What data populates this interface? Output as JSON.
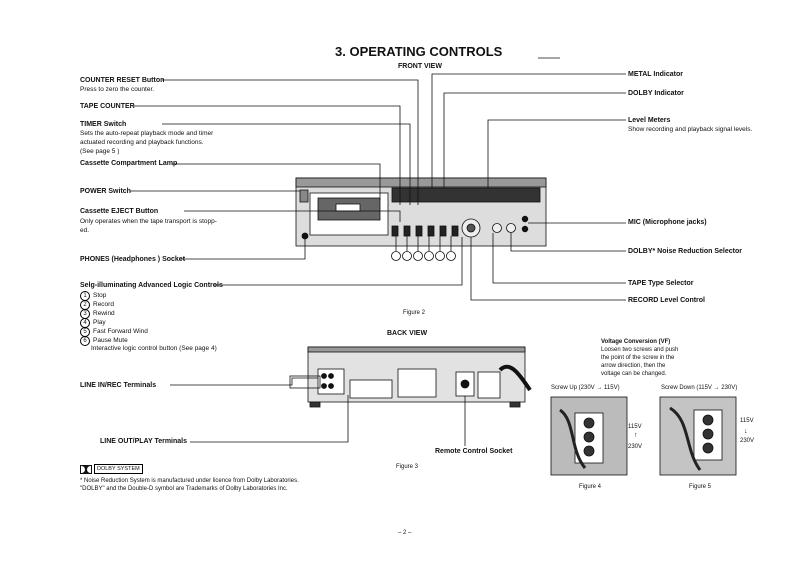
{
  "heading": "3. OPERATING CONTROLS",
  "front_view": {
    "title": "FRONT VIEW",
    "counter_reset": {
      "label": "COUNTER RESET Button",
      "desc": "Press to zero the counter."
    },
    "tape_counter": {
      "label": "TAPE COUNTER"
    },
    "timer": {
      "label": "TIMER Switch",
      "desc": [
        "Sets the auto-repeat playback mode and timer",
        "actuated recording and playback functions.",
        "(See page 5 )"
      ]
    },
    "cassette_lamp": {
      "label": "Cassette Compartment Lamp"
    },
    "power": {
      "label": "POWER Switch"
    },
    "eject": {
      "label": "Cassette EJECT Button",
      "desc": [
        "Only operates when the tape transport is stopp-",
        "ed."
      ]
    },
    "phones": {
      "label": "PHONES (Headphones ) Socket"
    },
    "logic": {
      "label": "Selg-illuminating Advanced Logic Controls",
      "items": [
        "Stop",
        "Record",
        "Rewind",
        "Play",
        "Fast Forward Wind",
        "Pause Mute"
      ],
      "markers": [
        "1",
        "2",
        "3",
        "4",
        "5",
        "6"
      ],
      "note": "Interactive logic control button (See page 4)"
    },
    "metal": {
      "label": "METAL Indicator"
    },
    "dolby_ind": {
      "label": "DOLBY Indicator"
    },
    "level_meters": {
      "label": "Level Meters",
      "desc": "Show recording and playback signal levels."
    },
    "mic": {
      "label": "MIC (Microphone jacks)"
    },
    "dolby_nr": {
      "label": "DOLBY* Noise Reduction Selector"
    },
    "tape_type": {
      "label": "TAPE Type Selector"
    },
    "record_level": {
      "label": "RECORD Level Control"
    },
    "figure": "Figure 2"
  },
  "back_view": {
    "title": "BACK VIEW",
    "line_in": {
      "label": "LINE IN/REC Terminals"
    },
    "line_out": {
      "label": "LINE OUT/PLAY Terminals"
    },
    "remote": {
      "label": "Remote Control Socket"
    },
    "figure": "Figure 3"
  },
  "voltage": {
    "title": "Voltage Conversion (VF)",
    "desc": [
      "Loosen two screws and push",
      "the point of the screw in the",
      "arrow direction, then the",
      "voltage can be changed."
    ],
    "screw_up": "Screw Up (230V → 115V)",
    "screw_down": "Screw Down (115V → 230V)",
    "fig4": {
      "top": "115V",
      "arrow": "↑",
      "bottom": "230V",
      "caption": "Figure 4"
    },
    "fig5": {
      "top": "115V",
      "arrow": "↓",
      "bottom": "230V",
      "caption": "Figure 5"
    }
  },
  "dolby_system": {
    "logo": "DOLBY SYSTEM",
    "notes": [
      "* Noise Reduction System is manufactured under licence from Dolby Laboratories.",
      "\"DOLBY\" and the Double-D symbol are Trademarks of Dolby Laboratories Inc."
    ]
  },
  "page_number": "– 2 –"
}
